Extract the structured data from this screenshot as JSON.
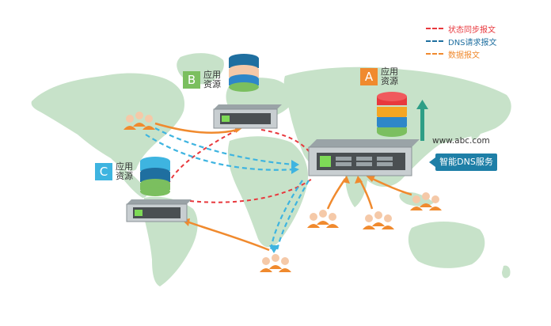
{
  "legend": {
    "items": [
      {
        "label": "状态同步报文",
        "color": "#e8383d"
      },
      {
        "label": "DNS请求报文",
        "color": "#1f6fa0"
      },
      {
        "label": "数据报文",
        "color": "#f08a2e"
      }
    ]
  },
  "nodes": {
    "a": {
      "letter": "A",
      "line1": "应用",
      "line2": "资源",
      "color": "#f08a2e"
    },
    "b": {
      "letter": "B",
      "line1": "应用",
      "line2": "资源",
      "color": "#7bbf5f"
    },
    "c": {
      "letter": "C",
      "line1": "应用",
      "line2": "资源",
      "color": "#3eb4e0"
    }
  },
  "site_url": "www.abc.com",
  "service_label": "智能DNS服务",
  "colors": {
    "map": "#c7e2c9",
    "sync": "#e8383d",
    "dns": "#3eb4e0",
    "data": "#f08a2e",
    "arrow_up": "#2e9e86"
  }
}
